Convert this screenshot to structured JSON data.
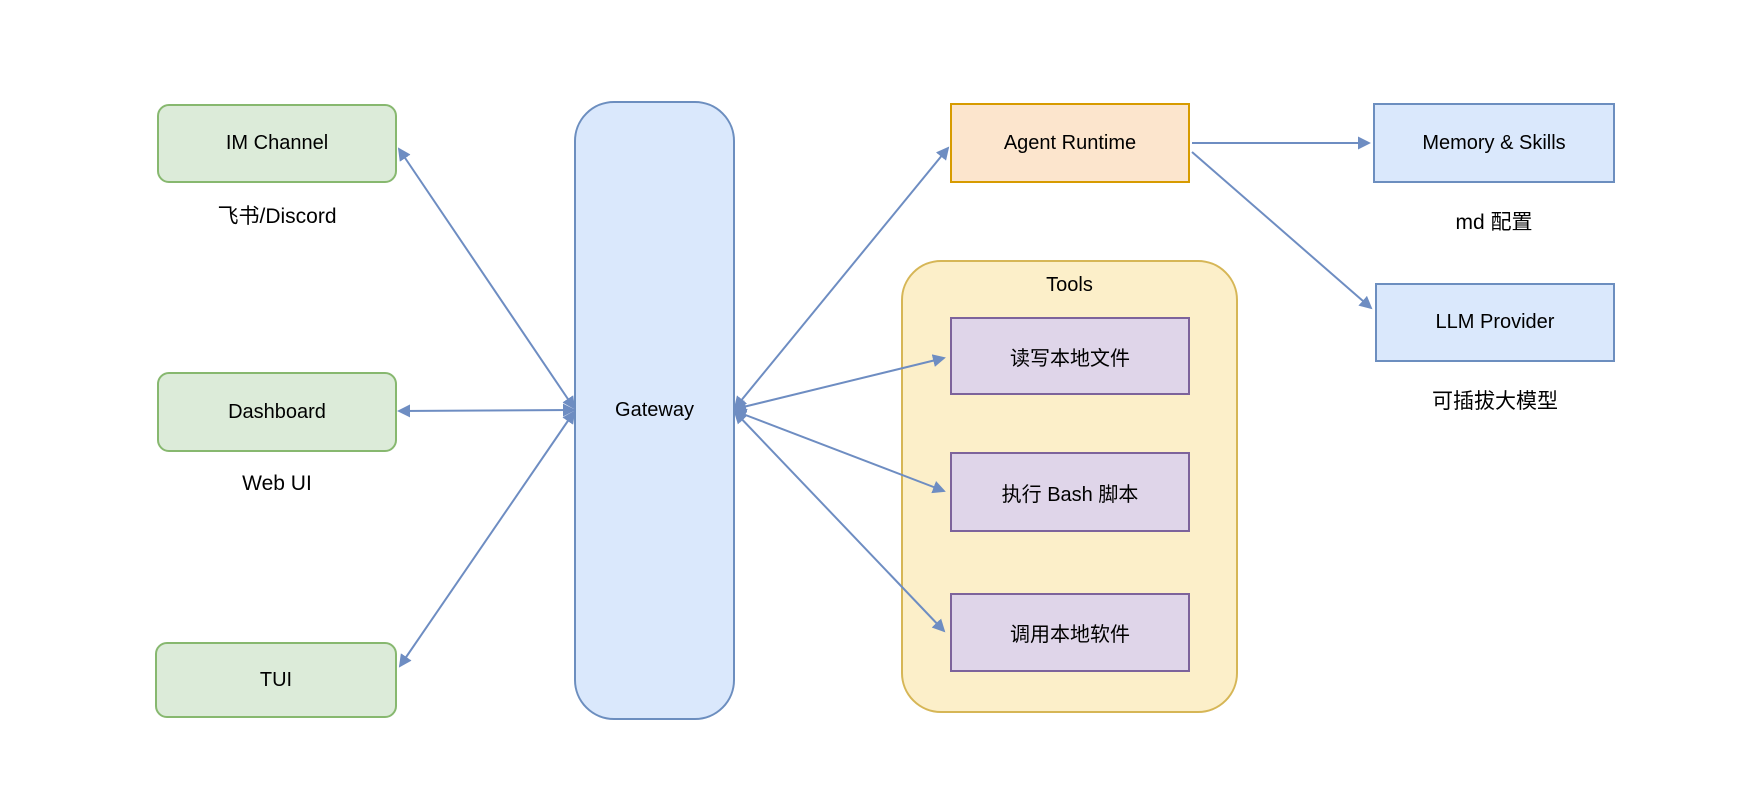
{
  "nodes": {
    "im_channel": {
      "label": "IM Channel",
      "sublabel": "飞书/Discord"
    },
    "dashboard": {
      "label": "Dashboard",
      "sublabel": "Web UI"
    },
    "tui": {
      "label": "TUI"
    },
    "gateway": {
      "label": "Gateway"
    },
    "agent_runtime": {
      "label": "Agent Runtime"
    },
    "memory_skills": {
      "label": "Memory & Skills",
      "sublabel": "md 配置"
    },
    "llm_provider": {
      "label": "LLM Provider",
      "sublabel": "可插拔大模型"
    }
  },
  "tools": {
    "title": "Tools",
    "items": [
      "读写本地文件",
      "执行 Bash 脚本",
      "调用本地软件"
    ]
  },
  "colors": {
    "green_fill": "#dcebd9",
    "green_stroke": "#87b86f",
    "blue_fill": "#dae8fc",
    "blue_stroke": "#6c8ebf",
    "orange_fill": "#fce5cd",
    "orange_stroke": "#d79b00",
    "yellow_fill": "#fcefc9",
    "yellow_stroke": "#d6b656",
    "purple_fill": "#dfd5e9",
    "purple_stroke": "#7d639b",
    "arrow": "#6e8dc2",
    "text": "#000000",
    "background": "#ffffff"
  }
}
